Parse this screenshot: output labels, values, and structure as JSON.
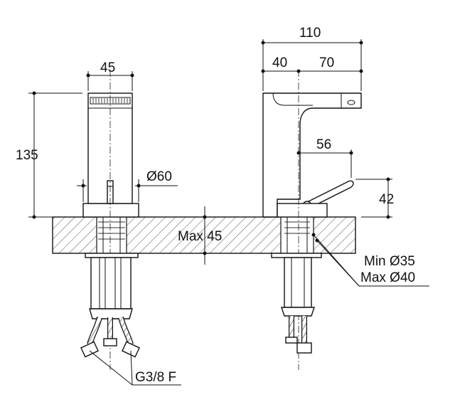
{
  "dimensions": {
    "width_45": "45",
    "height_135": "135",
    "diameter_60": "Ø60",
    "max_45": "Max 45",
    "overall_110": "110",
    "offset_40": "40",
    "reach_70": "70",
    "handle_56": "56",
    "height_42": "42",
    "min_35": "Min Ø35",
    "max_40": "Max Ø40",
    "thread": "G3/8 F"
  }
}
